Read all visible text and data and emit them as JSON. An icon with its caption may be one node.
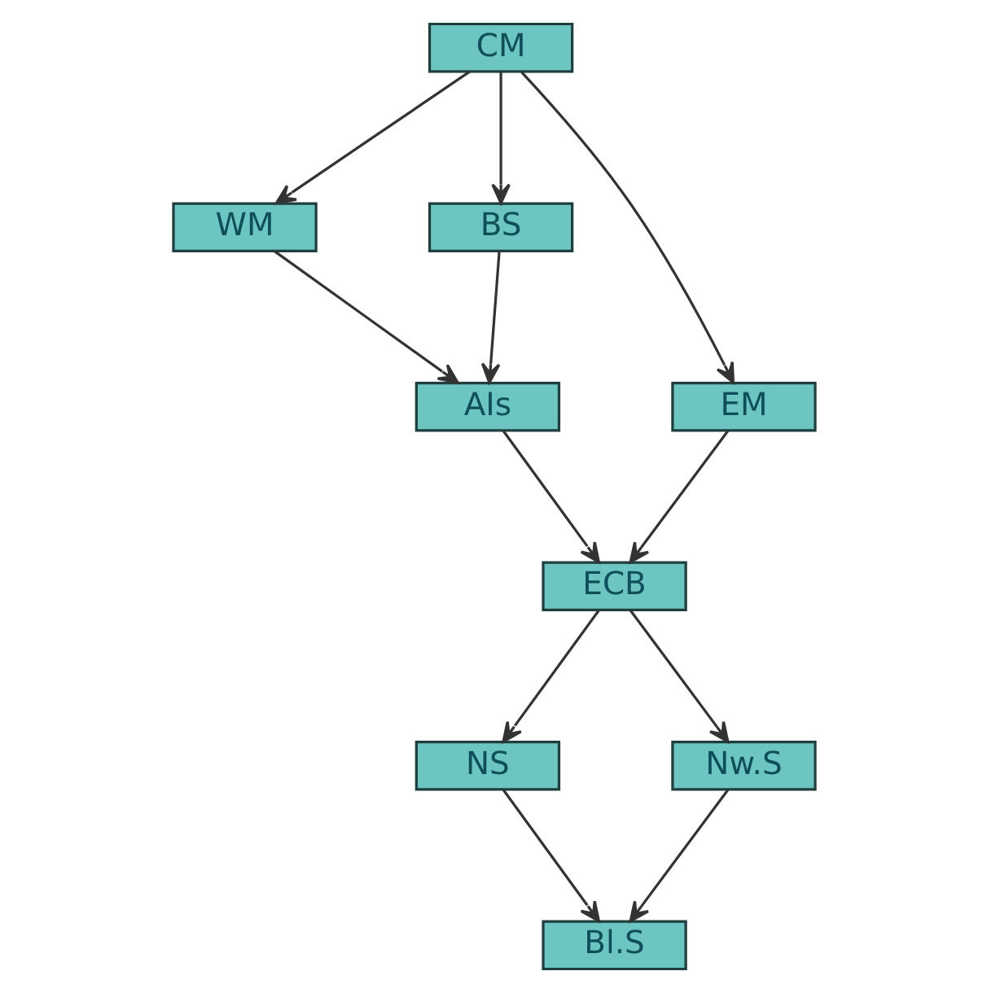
{
  "diagram": {
    "nodes": [
      {
        "text": [
          "CM"
        ]
      },
      {
        "text": [
          "WM"
        ]
      },
      {
        "text": [
          "BS"
        ]
      },
      {
        "text": [
          "EM"
        ]
      },
      {
        "text": [
          "AIs"
        ]
      },
      {
        "text": [
          "ECB"
        ]
      },
      {
        "text": [
          "NS"
        ]
      },
      {
        "text": [
          "Nw.S"
        ]
      },
      {
        "text": [
          "Bl.S"
        ]
      }
    ],
    "edges": [
      {
        "from": 0,
        "to": 1,
        "arrow": "to"
      },
      {
        "from": 0,
        "to": 2,
        "arrow": "to"
      },
      {
        "from": 0,
        "to": 3,
        "arrow": "to"
      },
      {
        "from": 1,
        "to": 4,
        "arrow": "to"
      },
      {
        "from": 2,
        "to": 4,
        "arrow": "to"
      },
      {
        "from": 3,
        "to": 5,
        "arrow": "to"
      },
      {
        "from": 4,
        "to": 5,
        "arrow": "to"
      },
      {
        "from": 5,
        "to": 6,
        "arrow": "to"
      },
      {
        "from": 5,
        "to": 7,
        "arrow": "to"
      },
      {
        "from": 6,
        "to": 8,
        "arrow": "to"
      },
      {
        "from": 7,
        "to": 8,
        "arrow": "to"
      }
    ]
  }
}
